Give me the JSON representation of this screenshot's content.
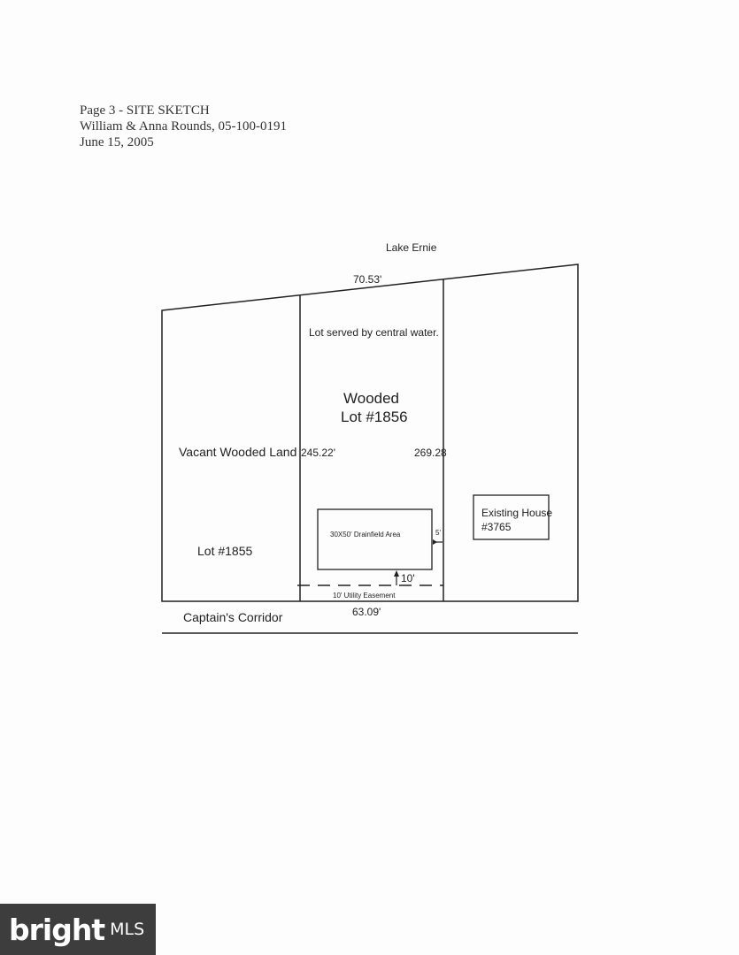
{
  "header": {
    "line1": "Page 3 - SITE SKETCH",
    "line2": "William & Anna Rounds, 05-100-0191",
    "line3": "June 15, 2005"
  },
  "sketch": {
    "water_label": "Lake Ernie",
    "top_dimension": "70.53'",
    "central_water_note": "Lot served by central water.",
    "wooded_label": "Wooded",
    "lot_1856_label": "Lot #1856",
    "vacant_land_label": "Vacant Wooded Land",
    "left_side_dimension": "245.22'",
    "right_side_dimension": "269.28",
    "lot_1855_label": "Lot #1855",
    "drainfield_label": "30X50' Drainfield Area",
    "drainfield_side_offset": "5'",
    "drainfield_front_offset": "10'",
    "easement_label": "10' Utility Easement",
    "house_label_line1": "Existing House",
    "house_label_line2": "#3765",
    "road_label": "Captain's Corridor",
    "bottom_dimension": "63.09'"
  },
  "logo": {
    "brand": "bright",
    "suffix": "MLS"
  }
}
